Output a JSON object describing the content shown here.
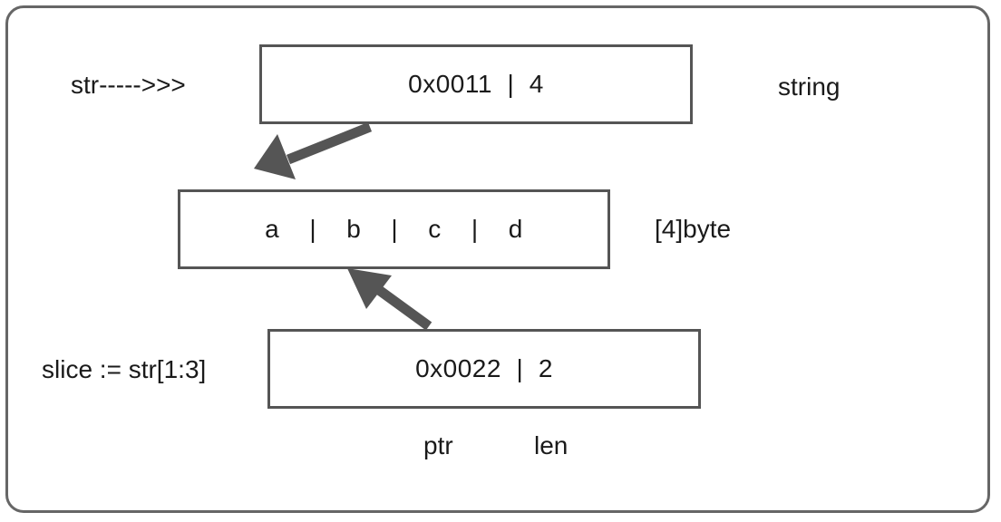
{
  "labels": {
    "str_var": "str----->>>",
    "string_type": "string",
    "byte_type": "[4]byte",
    "slice_expr": "slice := str[1:3]",
    "ptr": "ptr",
    "len": "len"
  },
  "boxes": {
    "string_header": "0x0011  |  4",
    "byte_array": "a    |    b    |    c    |    d",
    "slice_header": "0x0022  |  2"
  },
  "colors": {
    "arrow": "#555555",
    "border": "#555555",
    "frame": "#666666"
  }
}
